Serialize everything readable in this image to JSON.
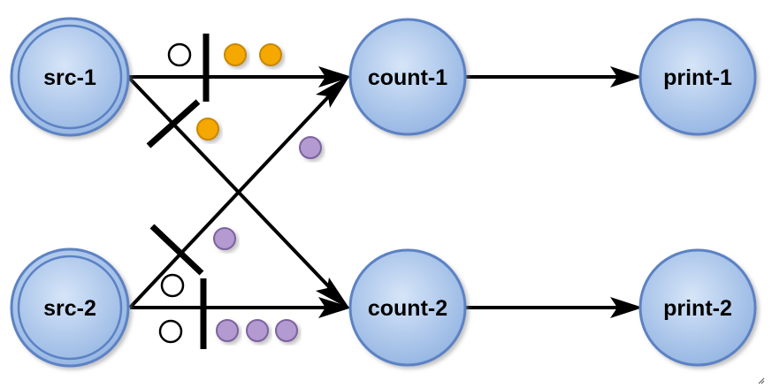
{
  "colors": {
    "node_fill": "#9fbde6",
    "node_fill_light": "#cfe0f7",
    "node_stroke": "#5b82c4",
    "orange_token": "#f5a800",
    "orange_token_stroke": "#c78800",
    "purple_token": "#b39ad0",
    "purple_token_stroke": "#7c62a0",
    "empty_token": "#ffffff",
    "line": "#000000"
  },
  "nodes": {
    "src1": {
      "label": "src-1"
    },
    "src2": {
      "label": "src-2"
    },
    "count1": {
      "label": "count-1"
    },
    "count2": {
      "label": "count-2"
    },
    "print1": {
      "label": "print-1"
    },
    "print2": {
      "label": "print-2"
    }
  },
  "edges": [
    {
      "from": "src-1",
      "to": "count-1"
    },
    {
      "from": "src-1",
      "to": "count-2"
    },
    {
      "from": "src-2",
      "to": "count-1"
    },
    {
      "from": "src-2",
      "to": "count-2"
    },
    {
      "from": "count-1",
      "to": "print-1"
    },
    {
      "from": "count-2",
      "to": "print-2"
    }
  ],
  "tokens": {
    "src1_to_count1": {
      "orange": 2,
      "empty": 1
    },
    "src1_to_count2": {
      "orange": 1
    },
    "src2_to_count1": {
      "purple": 2,
      "empty": 1
    },
    "src2_to_count2": {
      "purple": 3,
      "empty": 1
    }
  }
}
